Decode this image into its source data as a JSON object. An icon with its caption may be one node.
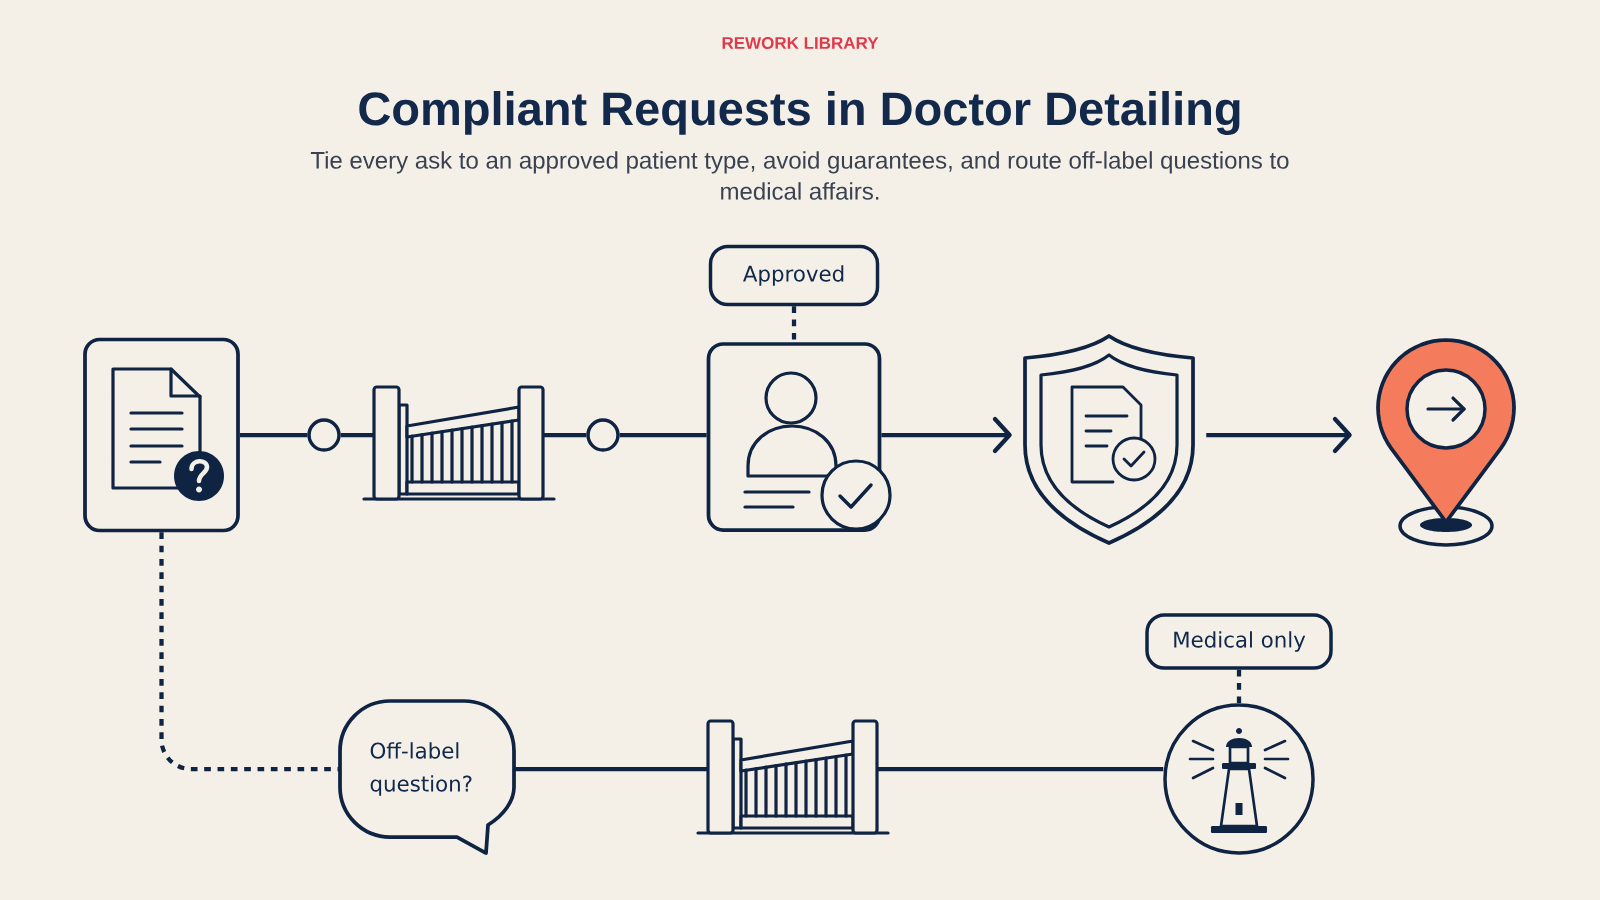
{
  "diagram": {
    "title": "Compliant Requests in Doctor Detailing",
    "nodes": [
      {
        "text": [],
        "shape": "box"
      },
      {
        "text": [],
        "shape": "circle"
      },
      {
        "text": [],
        "shape": "picture"
      },
      {
        "text": [],
        "shape": "circle"
      },
      {
        "text": [],
        "shape": "box"
      },
      {
        "text": [
          "Approved"
        ]
      },
      {
        "text": [],
        "shape": "picture"
      },
      {
        "text": [],
        "shape": "picture"
      },
      {
        "text": [
          "Off-label question?"
        ]
      },
      {
        "text": [],
        "shape": "picture"
      },
      {
        "text": [],
        "shape": "circle"
      },
      {
        "text": [
          "Medical only"
        ]
      }
    ],
    "edges": [
      {
        "from": 0,
        "to": 1,
        "arrow": "none"
      },
      {
        "from": 1,
        "to": 2,
        "arrow": "none"
      },
      {
        "from": 2,
        "to": 3,
        "arrow": "none"
      },
      {
        "from": 3,
        "to": 4,
        "arrow": "none"
      },
      {
        "from": 4,
        "to": 6,
        "arrow": "to"
      },
      {
        "from": 6,
        "to": 7,
        "arrow": "to"
      },
      {
        "from": 5,
        "to": 4,
        "arrow": "none",
        "style": "dashed"
      },
      {
        "from": 0,
        "to": 8,
        "arrow": "none",
        "style": "dashed"
      },
      {
        "from": 8,
        "to": 9,
        "arrow": "none"
      },
      {
        "from": 9,
        "to": 10,
        "arrow": "none"
      },
      {
        "from": 11,
        "to": 10,
        "arrow": "none",
        "style": "dashed"
      }
    ],
    "labels": [
      "REWORK LIBRARY",
      "Tie every ask to an approved patient type, avoid guarantees, and route off-label questions to medical affairs."
    ]
  }
}
